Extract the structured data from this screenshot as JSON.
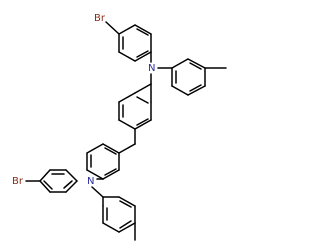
{
  "molecule": {
    "atoms": {
      "br_top": {
        "symbol": "Br",
        "color": "#8a2d1c"
      },
      "n_top": {
        "symbol": "N",
        "color": "#2d2d9e"
      },
      "n_bottom": {
        "symbol": "N",
        "color": "#2d2d9e"
      },
      "br_bottom": {
        "symbol": "Br",
        "color": "#8a2d1c"
      }
    },
    "bond_color": "#000000"
  }
}
